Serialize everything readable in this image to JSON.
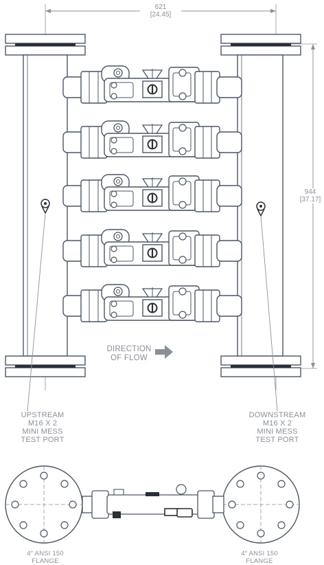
{
  "dimensions": {
    "width": {
      "mm": "621",
      "inch": "[24.45]"
    },
    "height": {
      "mm": "944",
      "inch": "[37.17]"
    }
  },
  "flow_label": {
    "line1": "DIRECTION",
    "line2": "OF FLOW"
  },
  "upstream_port": {
    "line1": "UPSTREAM",
    "line2": "M16 X 2",
    "line3": "MINI MESS",
    "line4": "TEST PORT"
  },
  "downstream_port": {
    "line1": "DOWNSTREAM",
    "line2": "M16 X 2",
    "line3": "MINI MESS",
    "line4": "TEST PORT"
  },
  "flange_left": {
    "line1": "4″ ANSI 150",
    "line2": "FLANGE"
  },
  "flange_right": {
    "line1": "4″ ANSI 150",
    "line2": "FLANGE"
  },
  "colors": {
    "line": "#4a5563",
    "accent": "#2b2f36",
    "dimension": "#8a9098"
  }
}
